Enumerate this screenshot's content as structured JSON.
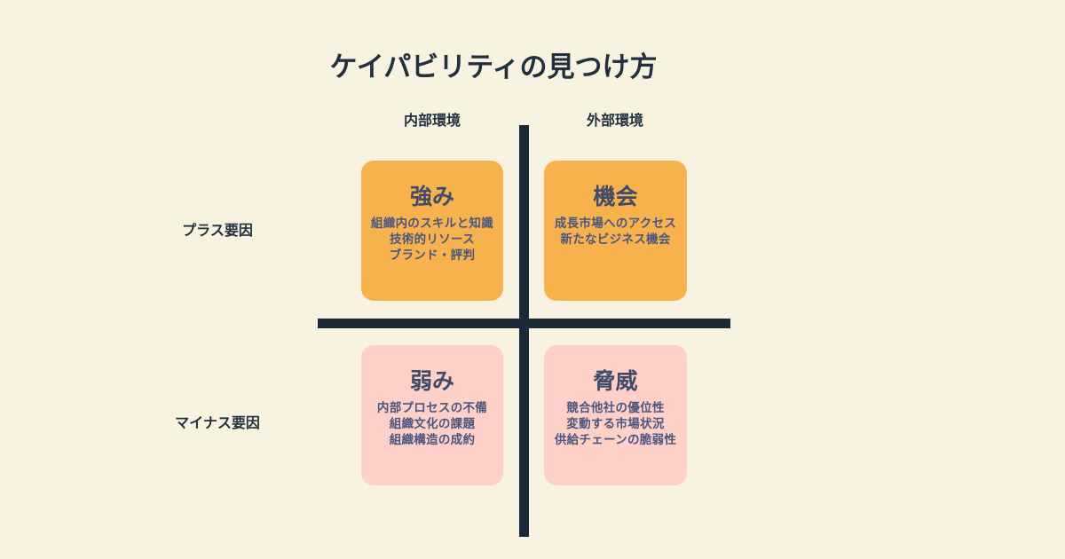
{
  "title": "ケイパビリティの見つけ方",
  "columns": {
    "left": "内部環境",
    "right": "外部環境"
  },
  "rows": {
    "top": "プラス要因",
    "bottom": "マイナス要因"
  },
  "quadrants": {
    "strengths": {
      "title": "強み",
      "items": [
        "組織内のスキルと知識",
        "技術的リソース",
        "ブランド・評判"
      ]
    },
    "opportunities": {
      "title": "機会",
      "items": [
        "成長市場へのアクセス",
        "新たなビジネス機会"
      ]
    },
    "weaknesses": {
      "title": "弱み",
      "items": [
        "内部プロセスの不備",
        "組織文化の課題",
        "組織構造の成約"
      ]
    },
    "threats": {
      "title": "脅威",
      "items": [
        "競合他社の優位性",
        "変動する市場状況",
        "供給チェーンの脆弱性"
      ]
    }
  },
  "colors": {
    "background": "#f8f3e1",
    "positive_box": "#f7b24d",
    "negative_box": "#fed0c8",
    "axis_line": "#1b2a38",
    "heading_text": "#22303e",
    "box_title_text": "#3f4b68",
    "box_body_text": "#4b5680"
  }
}
